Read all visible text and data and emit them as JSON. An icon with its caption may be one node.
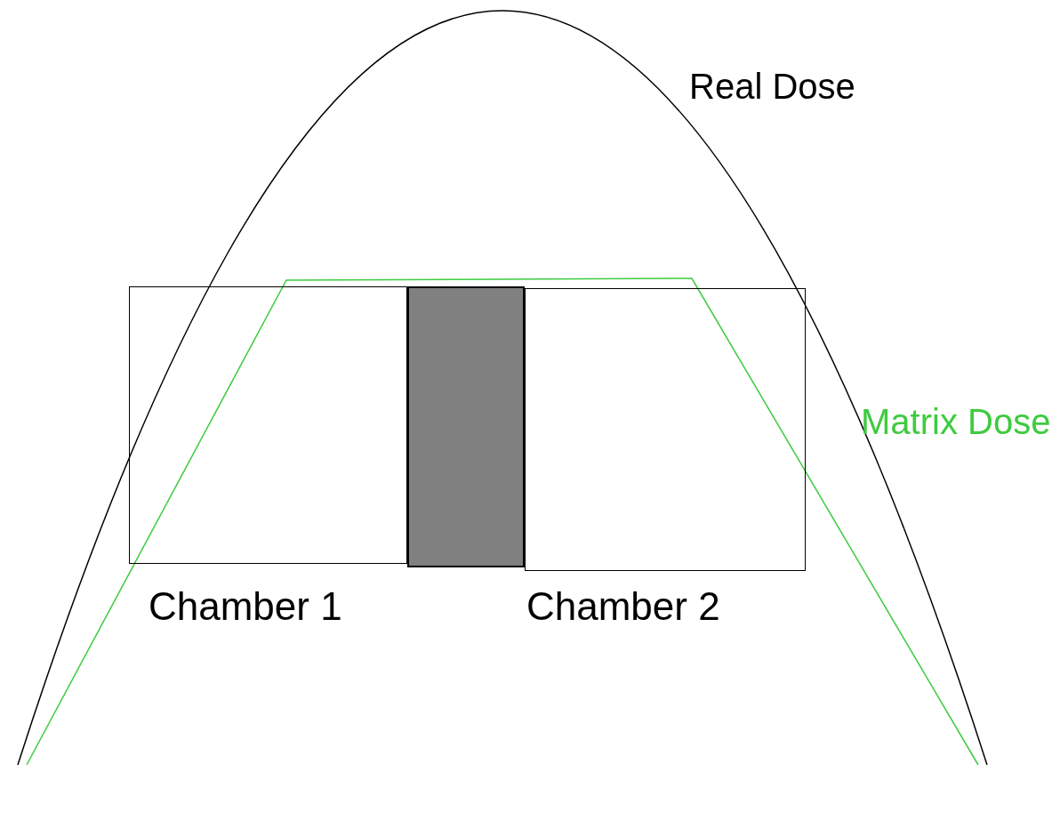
{
  "diagram": {
    "nodes": [
      {
        "text": [
          "Chamber 1"
        ]
      },
      {
        "text": [],
        "shape": "box"
      },
      {
        "text": [
          "Chamber 2"
        ]
      }
    ],
    "labels": [
      "Real Dose",
      "Matrix Dose"
    ]
  }
}
